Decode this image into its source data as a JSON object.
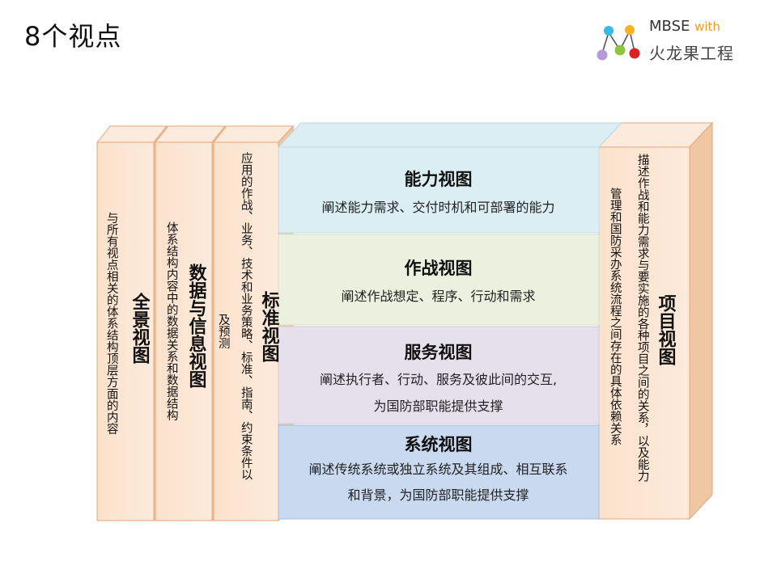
{
  "page": {
    "title": "8个视点"
  },
  "logo": {
    "text_main": "MBSE",
    "text_with": "with",
    "text_sub": "火龙果工程"
  },
  "colors": {
    "book_front": "#fde6d4",
    "book_top": "#fcebdc",
    "book_side": "#f0c7a3",
    "book_border": "#e6a57a",
    "capability": "#dbeef4",
    "operational": "#ebf1de",
    "services": "#e6e0ec",
    "systems": "#c9d9ef",
    "logo_cyan": "#39b9e8",
    "logo_orange": "#f5b324",
    "logo_purple": "#b59ad6",
    "logo_green": "#8cc63f",
    "logo_red": "#e02020"
  },
  "viewpoints": {
    "all": {
      "title": "全景视图",
      "desc": "与所有视点相关的体系结构顶层方面的内容"
    },
    "data": {
      "title": "数据与信息视图",
      "desc": "体系结构内容中的数据关系和数据结构"
    },
    "standards": {
      "title": "标准视图",
      "desc_line1": "应用的作战、业务、技术和业务策略、标准、指南、约束条件以",
      "desc_line2": "及预测"
    },
    "capability": {
      "title": "能力视图",
      "desc": "阐述能力需求、交付时机和可部署的能力"
    },
    "operational": {
      "title": "作战视图",
      "desc": "阐述作战想定、程序、行动和需求"
    },
    "services": {
      "title": "服务视图",
      "desc_line1": "阐述执行者、行动、服务及彼此间的交互,",
      "desc_line2": "为国防部职能提供支撑"
    },
    "systems": {
      "title": "系统视图",
      "desc_line1": "阐述传统系统或独立系统及其组成、相互联系",
      "desc_line2": "和背景，为国防部职能提供支撑"
    },
    "project": {
      "title": "项目视图",
      "desc_line1": "描述作战和能力需求与要实施的各种项目之间的关系，以及能力",
      "desc_line2": "管理和国防采办系统流程之间存在的具体依赖关系"
    }
  }
}
